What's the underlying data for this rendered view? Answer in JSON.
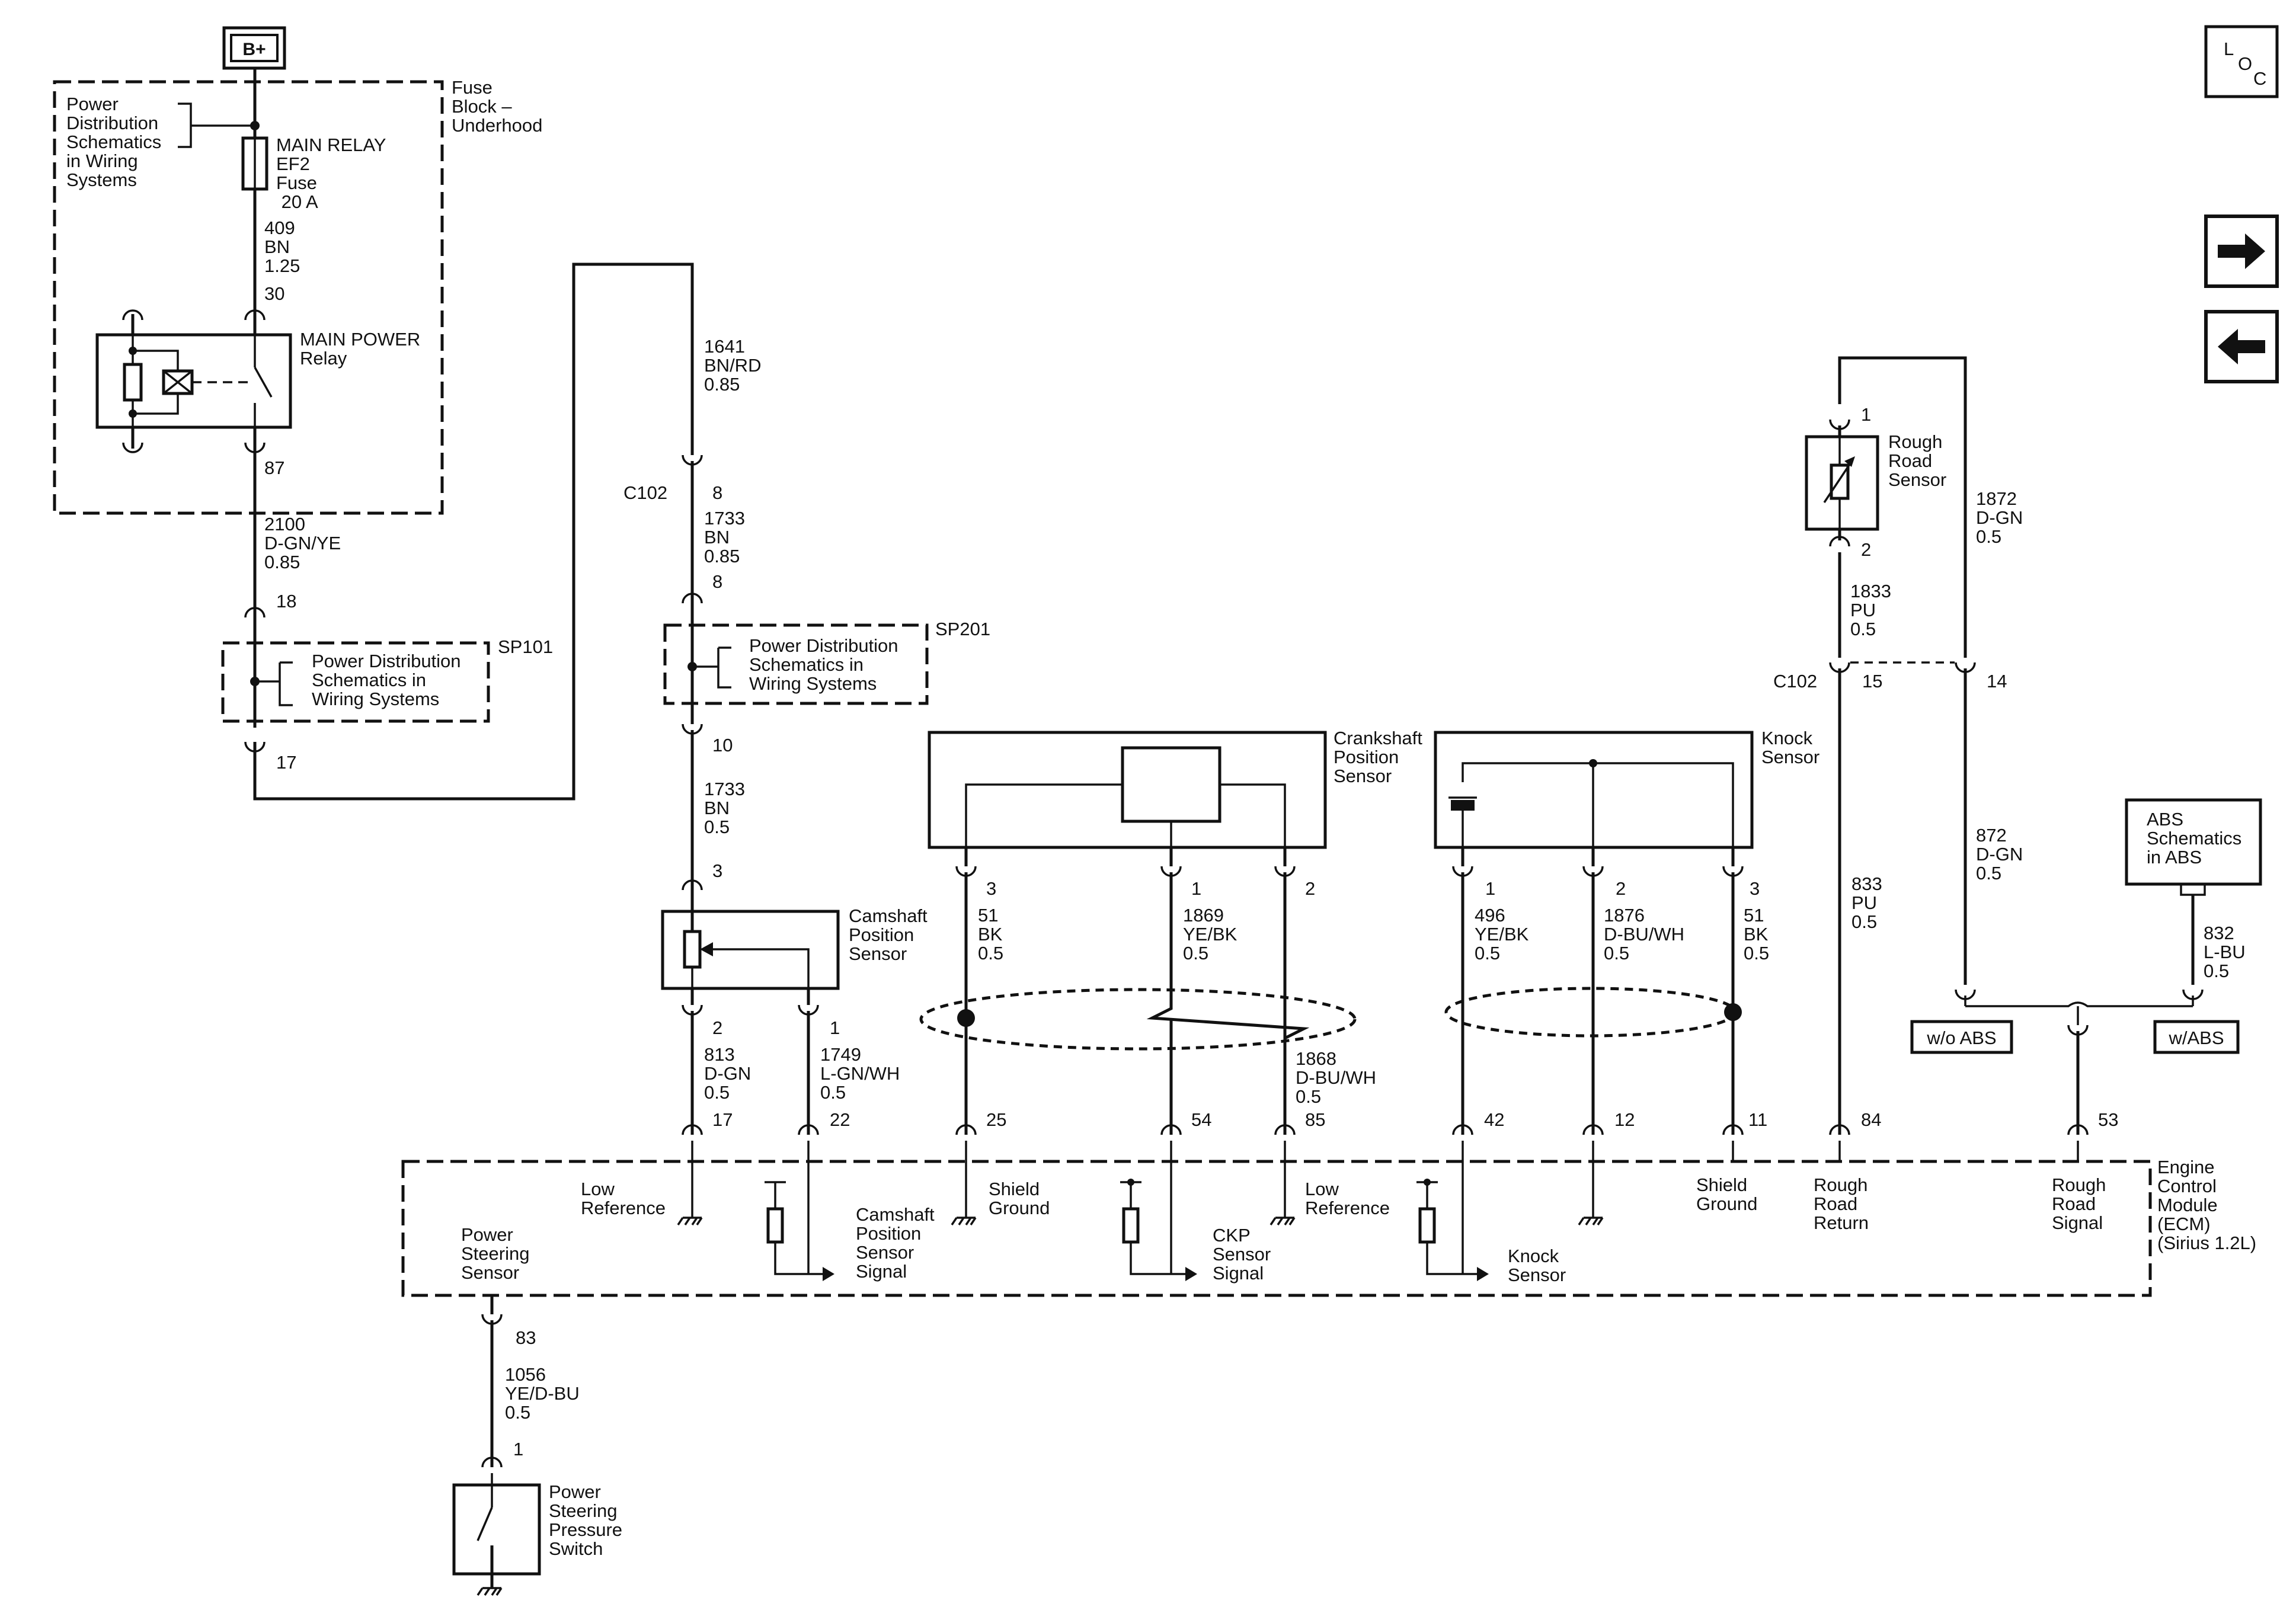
{
  "battery_label": "B+",
  "loc_letters": [
    "L",
    "O",
    "C"
  ],
  "nav": {
    "next_icon": "arrow-right-icon",
    "prev_icon": "arrow-left-icon"
  },
  "fuse_block": {
    "title": [
      "Fuse",
      "Block –",
      "Underhood"
    ],
    "pds_ref": [
      "Power",
      "Distribution",
      "Schematics",
      "in Wiring",
      "Systems"
    ],
    "fuse_label": [
      "MAIN RELAY",
      "EF2",
      "Fuse",
      " 20 A"
    ],
    "relay_label": [
      "MAIN POWER",
      "Relay"
    ],
    "pin_30": "30",
    "pin_87": "87"
  },
  "wires": {
    "w409": [
      "409",
      "BN",
      "1.25"
    ],
    "w2100": [
      "2100",
      "D-GN/YE",
      "0.85"
    ],
    "w1641": [
      "1641",
      "BN/RD",
      "0.85"
    ],
    "w1733a": [
      "1733",
      "BN",
      "0.85"
    ],
    "w1733b": [
      "1733",
      "BN",
      "0.5"
    ],
    "w813": [
      "813",
      "D-GN",
      "0.5"
    ],
    "w1749": [
      "1749",
      "L-GN/WH",
      "0.5"
    ],
    "w51a": [
      "51",
      "BK",
      "0.5"
    ],
    "w1869": [
      "1869",
      "YE/BK",
      "0.5"
    ],
    "w1868": [
      "1868",
      "D-BU/WH",
      "0.5"
    ],
    "w496": [
      "496",
      "YE/BK",
      "0.5"
    ],
    "w1876": [
      "1876",
      "D-BU/WH",
      "0.5"
    ],
    "w51b": [
      "51",
      "BK",
      "0.5"
    ],
    "w833": [
      "833",
      "PU",
      "0.5"
    ],
    "w1833": [
      "1833",
      "PU",
      "0.5"
    ],
    "w1872": [
      "1872",
      "D-GN",
      "0.5"
    ],
    "w872": [
      "872",
      "D-GN",
      "0.5"
    ],
    "w832": [
      "832",
      "L-BU",
      "0.5"
    ],
    "w1056": [
      "1056",
      "YE/D-BU",
      "0.5"
    ]
  },
  "splices": {
    "sp101": {
      "id": "SP101",
      "text": [
        "Power Distribution",
        "Schematics in",
        "Wiring Systems"
      ],
      "pin_in": "18",
      "pin_out": "17"
    },
    "sp201": {
      "id": "SP201",
      "text": [
        "Power Distribution",
        "Schematics in",
        "Wiring Systems"
      ],
      "pin_in": "8",
      "pin_out": "10"
    }
  },
  "connectors": {
    "c102_left": {
      "id": "C102",
      "pin": "8"
    },
    "c102_right": {
      "id": "C102",
      "pin_a": "15",
      "pin_b": "14"
    }
  },
  "components": {
    "camshaft": {
      "label": [
        "Camshaft",
        "Position",
        "Sensor"
      ],
      "pin_top": "3",
      "pin_a": "2",
      "pin_b": "1"
    },
    "crankshaft": {
      "label": [
        "Crankshaft",
        "Position",
        "Sensor"
      ],
      "pins": [
        "3",
        "1",
        "2"
      ]
    },
    "knock": {
      "label": [
        "Knock",
        "Sensor"
      ],
      "pins": [
        "1",
        "2",
        "3"
      ]
    },
    "rough_road": {
      "label": [
        "Rough",
        "Road",
        "Sensor"
      ],
      "pin_top": "1",
      "pin_bottom": "2"
    },
    "ps_switch": {
      "label": [
        "Power",
        "Steering",
        "Pressure",
        "Switch"
      ],
      "pin": "1"
    }
  },
  "abs": {
    "ref": [
      "ABS",
      "Schematics",
      "in ABS"
    ],
    "without": "w/o ABS",
    "with": "w/ABS"
  },
  "ecm": {
    "label": [
      "Engine",
      "Control",
      "Module",
      "(ECM)",
      "(Sirius 1.2L)"
    ],
    "pins": {
      "p17": "17",
      "p22": "22",
      "p25": "25",
      "p54": "54",
      "p85": "85",
      "p42": "42",
      "p12": "12",
      "p11": "11",
      "p84": "84",
      "p53": "53",
      "p83": "83"
    },
    "labels": {
      "low_ref_1": [
        "Low",
        "Reference"
      ],
      "power_steering": [
        "Power",
        "Steering",
        "Sensor"
      ],
      "cam_signal": [
        "Camshaft",
        "Position",
        "Sensor",
        "Signal"
      ],
      "shield_gnd_1": [
        "Shield",
        "Ground"
      ],
      "ckp_signal": [
        "CKP",
        "Sensor",
        "Signal"
      ],
      "low_ref_2": [
        "Low",
        "Reference"
      ],
      "knock_sensor": [
        "Knock",
        "Sensor"
      ],
      "shield_gnd_2": [
        "Shield",
        "Ground"
      ],
      "rr_return": [
        "Rough",
        "Road",
        "Return"
      ],
      "rr_signal": [
        "Rough",
        "Road",
        "Signal"
      ]
    }
  }
}
